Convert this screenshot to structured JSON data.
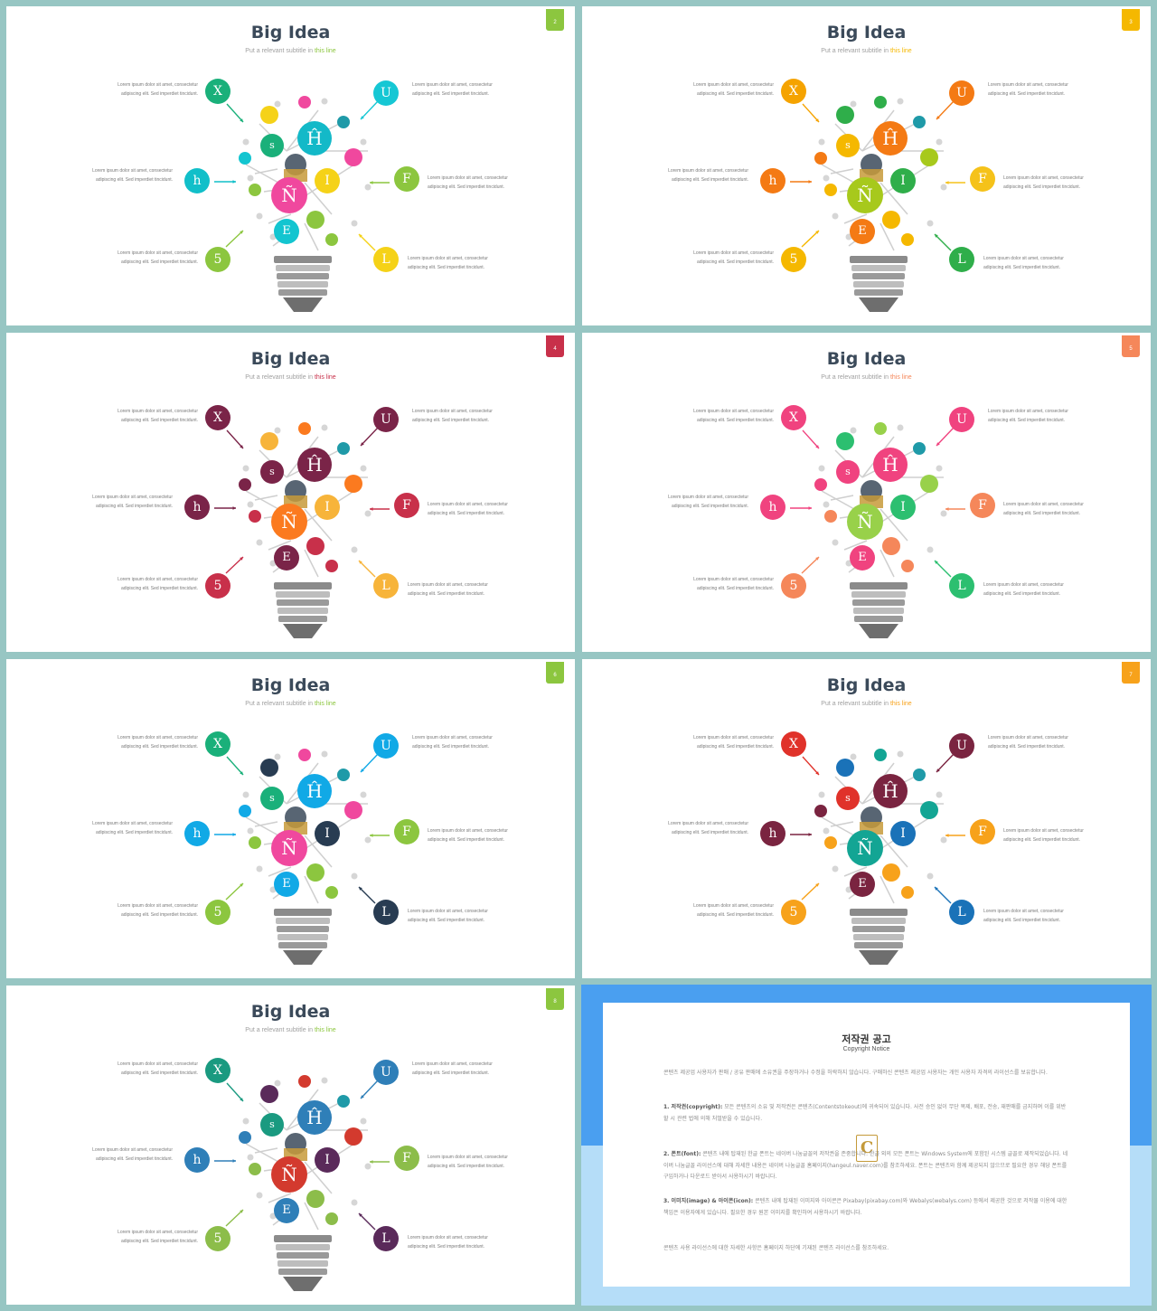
{
  "slide_common": {
    "title": "Big Idea",
    "subtitle_prefix": "Put a relevant subtitle in ",
    "subtitle_highlight": "this line",
    "lorem": "Lorem ipsum dolor sit amet, consectetur adipiscing elit. Sed imperdiet tincidunt.",
    "letters": {
      "x": "X",
      "h": "h",
      "five": "5",
      "u": "U",
      "f": "F",
      "l": "L",
      "big1": "Ĥ",
      "big2": "Ñ",
      "s": "s",
      "i": "I",
      "e": "E"
    }
  },
  "slides": [
    {
      "num": "2",
      "accent": "#8cc63f",
      "colors": {
        "x": "#1ab07a",
        "h": "#11bfc9",
        "five": "#8cc63f",
        "u": "#16c7d4",
        "f": "#8cc63f",
        "l": "#f5d218",
        "big1": "#13b9c8",
        "big2": "#f0489e",
        "s": "#1ab07a",
        "i": "#f5d218",
        "e": "#13c5d0",
        "c1": "#f5d218",
        "c2": "#f0489e",
        "c3": "#1f9aa8",
        "c4": "#f0489e",
        "c5": "#8cc63f",
        "c6": "#8cc63f",
        "c7": "#13c5d0",
        "c8": "#8cc63f"
      }
    },
    {
      "num": "3",
      "accent": "#f5b800",
      "colors": {
        "x": "#f5a300",
        "h": "#f47a14",
        "five": "#f5b800",
        "u": "#f47a14",
        "f": "#f5c21a",
        "l": "#2fae4a",
        "big1": "#f47a14",
        "big2": "#a7c91c",
        "s": "#f5b800",
        "i": "#2fae4a",
        "e": "#f47a14",
        "c1": "#2fae4a",
        "c2": "#2fae4a",
        "c3": "#1f9aa8",
        "c4": "#a7c91c",
        "c5": "#f5b800",
        "c6": "#f5b800",
        "c7": "#f47a14",
        "c8": "#f5b800"
      }
    },
    {
      "num": "4",
      "accent": "#c8304a",
      "colors": {
        "x": "#7a2448",
        "h": "#7a2448",
        "five": "#c8304a",
        "u": "#7a2448",
        "f": "#c8304a",
        "l": "#f7b43a",
        "big1": "#7a2448",
        "big2": "#fb7a1f",
        "s": "#7a2448",
        "i": "#f7b43a",
        "e": "#7a2448",
        "c1": "#f7b43a",
        "c2": "#fb7a1f",
        "c3": "#1f9aa8",
        "c4": "#fb7a1f",
        "c5": "#c8304a",
        "c6": "#c8304a",
        "c7": "#7a2448",
        "c8": "#c8304a"
      }
    },
    {
      "num": "5",
      "accent": "#f5875a",
      "colors": {
        "x": "#f0437f",
        "h": "#f0437f",
        "five": "#f5875a",
        "u": "#f0437f",
        "f": "#f5875a",
        "l": "#2cbf70",
        "big1": "#f0437f",
        "big2": "#98d14a",
        "s": "#f0437f",
        "i": "#2cbf70",
        "e": "#f0437f",
        "c1": "#2cbf70",
        "c2": "#98d14a",
        "c3": "#1f9aa8",
        "c4": "#98d14a",
        "c5": "#f5875a",
        "c6": "#f5875a",
        "c7": "#f0437f",
        "c8": "#f5875a"
      }
    },
    {
      "num": "6",
      "accent": "#8cc63f",
      "colors": {
        "x": "#1ab07a",
        "h": "#11a9e6",
        "five": "#8cc63f",
        "u": "#11a9e6",
        "f": "#8cc63f",
        "l": "#283c52",
        "big1": "#11a9e6",
        "big2": "#f0489e",
        "s": "#1ab07a",
        "i": "#283c52",
        "e": "#11a9e6",
        "c1": "#283c52",
        "c2": "#f0489e",
        "c3": "#1f9aa8",
        "c4": "#f0489e",
        "c5": "#8cc63f",
        "c6": "#8cc63f",
        "c7": "#11a9e6",
        "c8": "#8cc63f"
      }
    },
    {
      "num": "7",
      "accent": "#f7a21b",
      "colors": {
        "x": "#e0322a",
        "h": "#7a2440",
        "five": "#f7a21b",
        "u": "#7a2440",
        "f": "#f7a21b",
        "l": "#1a72b8",
        "big1": "#7a2440",
        "big2": "#13a594",
        "s": "#e0322a",
        "i": "#1a72b8",
        "e": "#7a2440",
        "c1": "#1a72b8",
        "c2": "#13a594",
        "c3": "#1f9aa8",
        "c4": "#13a594",
        "c5": "#f7a21b",
        "c6": "#f7a21b",
        "c7": "#7a2440",
        "c8": "#f7a21b"
      }
    },
    {
      "num": "8",
      "accent": "#8cc63f",
      "colors": {
        "x": "#1a9a80",
        "h": "#2f7fb8",
        "five": "#8cbd4a",
        "u": "#2f7fb8",
        "f": "#8cbd4a",
        "l": "#5a2a5a",
        "big1": "#2f7fb8",
        "big2": "#d33a2e",
        "s": "#1a9a80",
        "i": "#5a2a5a",
        "e": "#2f7fb8",
        "c1": "#5a2a5a",
        "c2": "#d33a2e",
        "c3": "#1f9aa8",
        "c4": "#d33a2e",
        "c5": "#8cbd4a",
        "c6": "#8cbd4a",
        "c7": "#2f7fb8",
        "c8": "#8cbd4a"
      }
    }
  ],
  "notice": {
    "title": "저작권 공고",
    "subtitle": "Copyright Notice",
    "logo_letter": "C",
    "intro": "콘텐츠 제공업 사용자가 판매 / 공유 판매에 소유권을 주장하거나 수정을 허락하지 않습니다. 구매하신 콘텐츠 제공업 사용자는 개인 사용자 자격의 라이선스를 보유합니다.",
    "p1_head": "1. 저작권(copyright):",
    "p1": " 모든 콘텐츠의 소유 및 저작권은 콘텐츠(Contentstokeout)에 귀속되어 있습니다. 사전 승인 없이 무단 복제, 배포, 전송, 재판매를 금지하며 이를 위반할 시 관련 법에 의해 처벌받을 수 있습니다.",
    "p2_head": "2. 폰트(font):",
    "p2": " 콘텐츠 내에 탑재된 한글 폰트는 네이버 나눔글꼴의 저작권을 존중합니다. 한글 외의 모든 폰트는 Windows System에 포함된 시스템 글꼴로 제작되었습니다. 네이버 나눔글꼴 라이선스에 대해 자세한 내용은 네이버 나눔글꼴 홈페이지(hangeul.naver.com)를 참조하세요. 폰트는 콘텐츠와 함께 제공되지 않으므로 필요한 경우 해당 폰트를 구입하거나 다운로드 받아서 사용하시기 바랍니다.",
    "p3_head": "3. 이미지(image) & 아이콘(icon):",
    "p3": " 콘텐츠 내에 탑재된 이미지와 아이콘은 Pixabay(pixabay.com)와 Webalys(webalys.com) 등에서 제공한 것으로 저작물 이용에 대한 책임은 이용자에게 있습니다. 필요한 경우 원본 이미지를 확인하여 사용하시기 바랍니다.",
    "outro": "콘텐츠 사용 라이선스에 대한 자세한 사항은 홈페이지 하단에 기재된 콘텐츠 라이선스를 참조하세요."
  }
}
